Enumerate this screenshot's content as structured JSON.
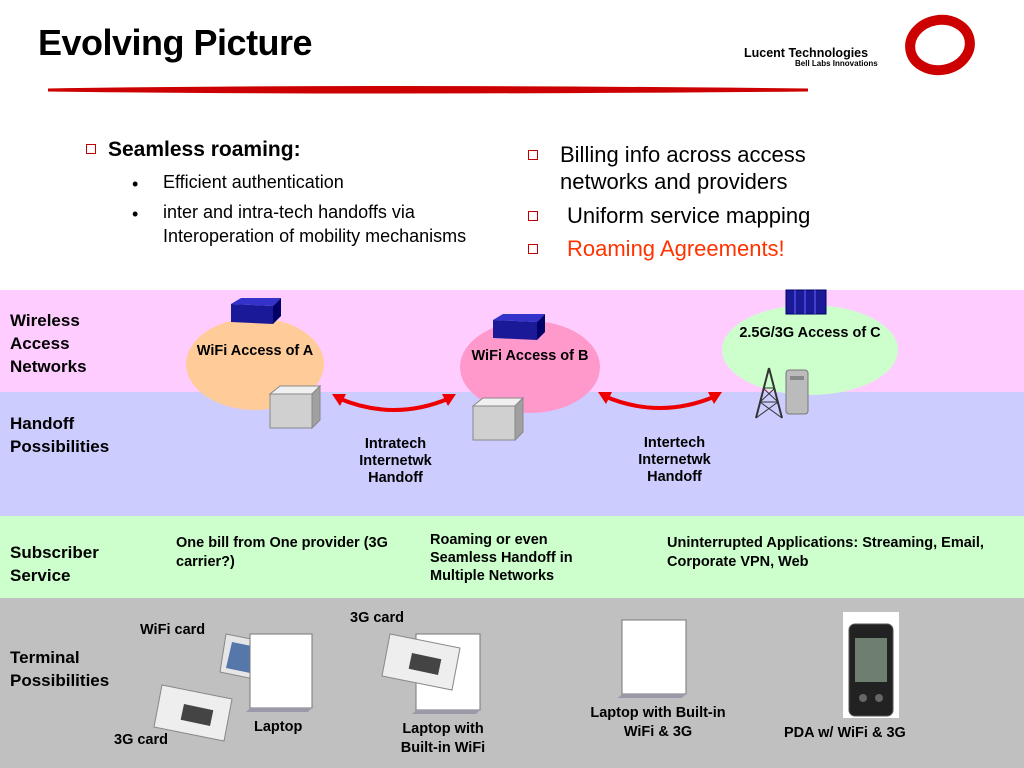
{
  "title": "Evolving Picture",
  "brand": {
    "name": "Lucent Technologies",
    "tagline": "Bell Labs Innovations"
  },
  "left_bullets": {
    "heading": "Seamless roaming:",
    "items": [
      "Efficient authentication",
      "inter and intra-tech handoffs via Interoperation of  mobility mechanisms"
    ]
  },
  "right_bullets": [
    "Billing info across access networks and providers",
    "Uniform service mapping",
    "Roaming Agreements!"
  ],
  "rows": {
    "wireless": "Wireless Access Networks",
    "handoff": "Handoff Possibilities",
    "subscriber": "Subscriber Service",
    "terminal": "Terminal Possibilities"
  },
  "networks": {
    "a": "WiFi Access of A",
    "b": "WiFi Access of B",
    "c": "2.5G/3G Access of C"
  },
  "handoffs": {
    "intra": "Intratech Internetwk Handoff",
    "inter": "Intertech Internetwk Handoff"
  },
  "services": {
    "bill": "One bill from One provider (3G carrier?)",
    "roaming": "Roaming or even Seamless Handoff  in Multiple Networks",
    "apps": "Uninterrupted Applications: Streaming, Email, Corporate VPN, Web"
  },
  "terminals": {
    "wifi_card": "WiFi card",
    "card_3g_a": "3G card",
    "laptop": "Laptop",
    "card_3g_b": "3G card",
    "laptop_wifi": "Laptop with Built-in WiFi",
    "laptop_wifi_3g": "Laptop with Built-in WiFi & 3G",
    "pda": "PDA w/ WiFi & 3G"
  },
  "colors": {
    "pink_band": "#ffccff",
    "blue_band": "#ccccff",
    "green_band": "#ccffcc",
    "gray_band": "#c0c0c0",
    "accent_red": "#cc0000",
    "ellipse_orange": "#ffcc99",
    "ellipse_pink": "#ff99cc",
    "ellipse_green": "#ccffcc"
  }
}
